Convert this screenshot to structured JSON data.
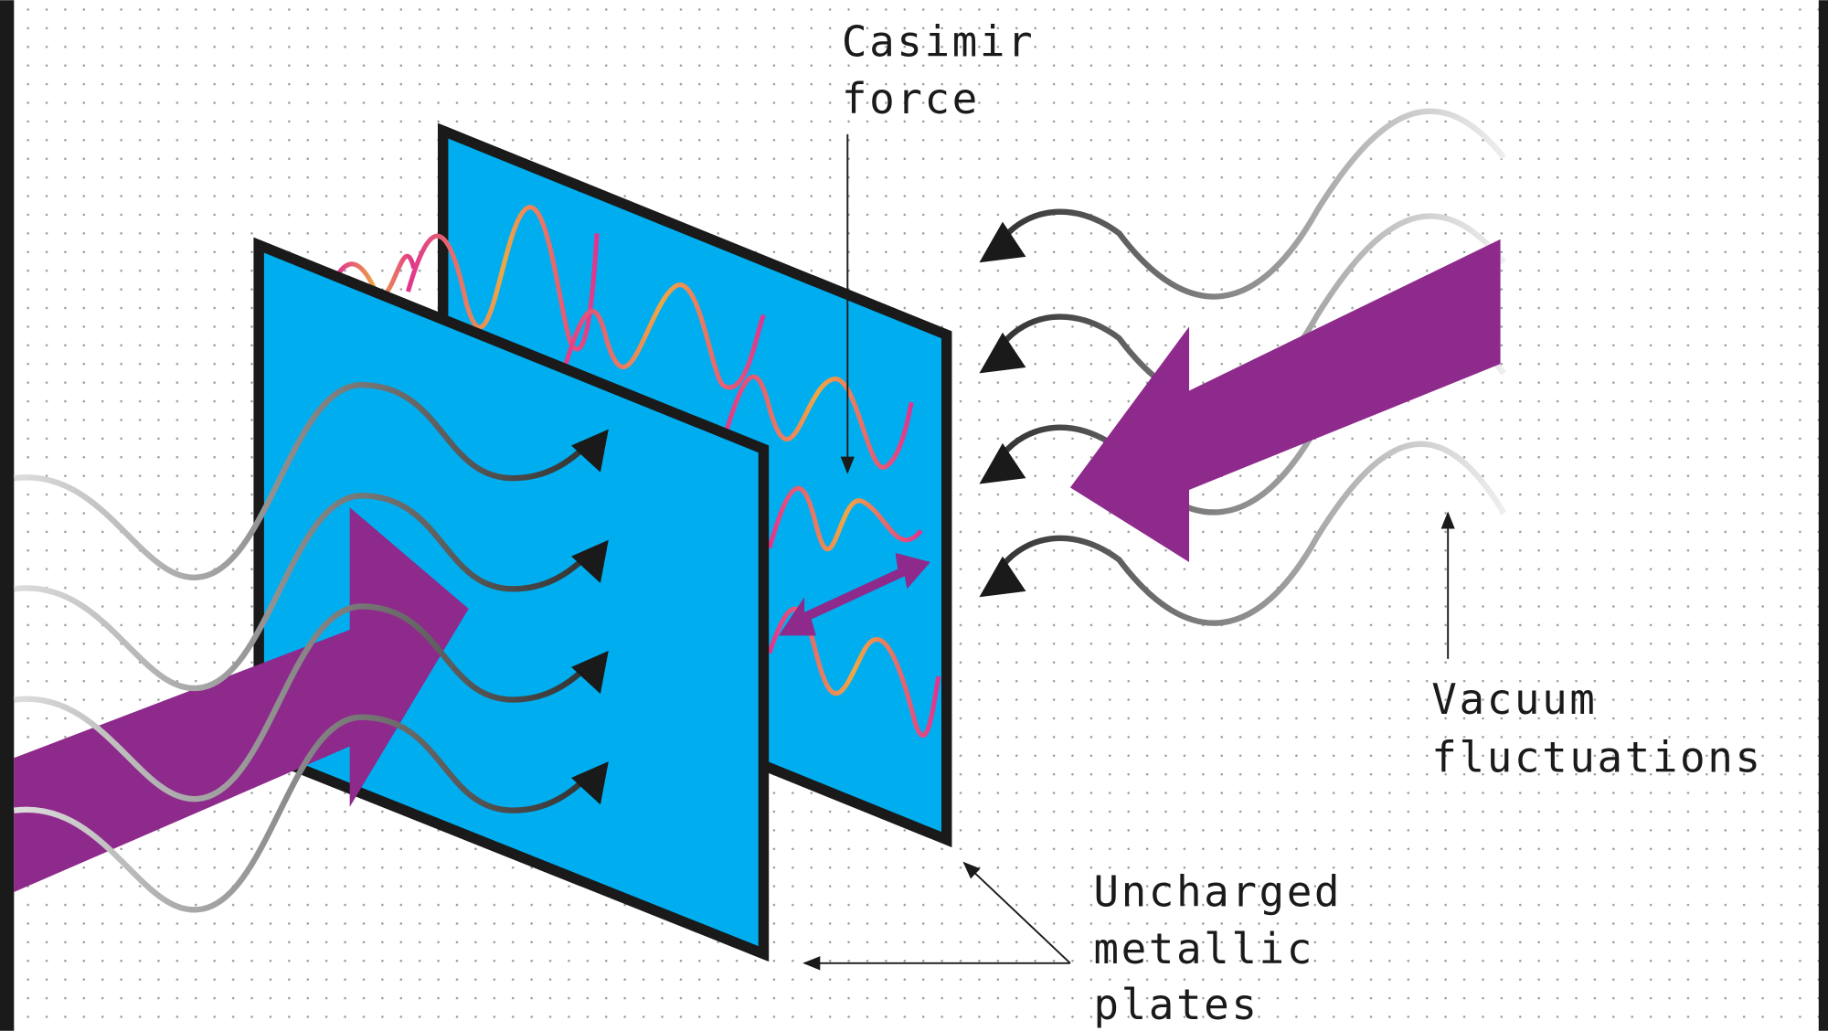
{
  "labels": {
    "casimir": [
      "Casimir",
      "force"
    ],
    "vacuum": [
      "Vacuum",
      "fluctuations"
    ],
    "plates": [
      "Uncharged",
      "metallic",
      "plates"
    ]
  },
  "colors": {
    "plate": "#00aeef",
    "arrow": "#8e2a8b",
    "wave_pink": "#e0348f",
    "wave_orange": "#f0a742",
    "outline": "#1a1a1a",
    "dot": "#9a9a9a"
  }
}
